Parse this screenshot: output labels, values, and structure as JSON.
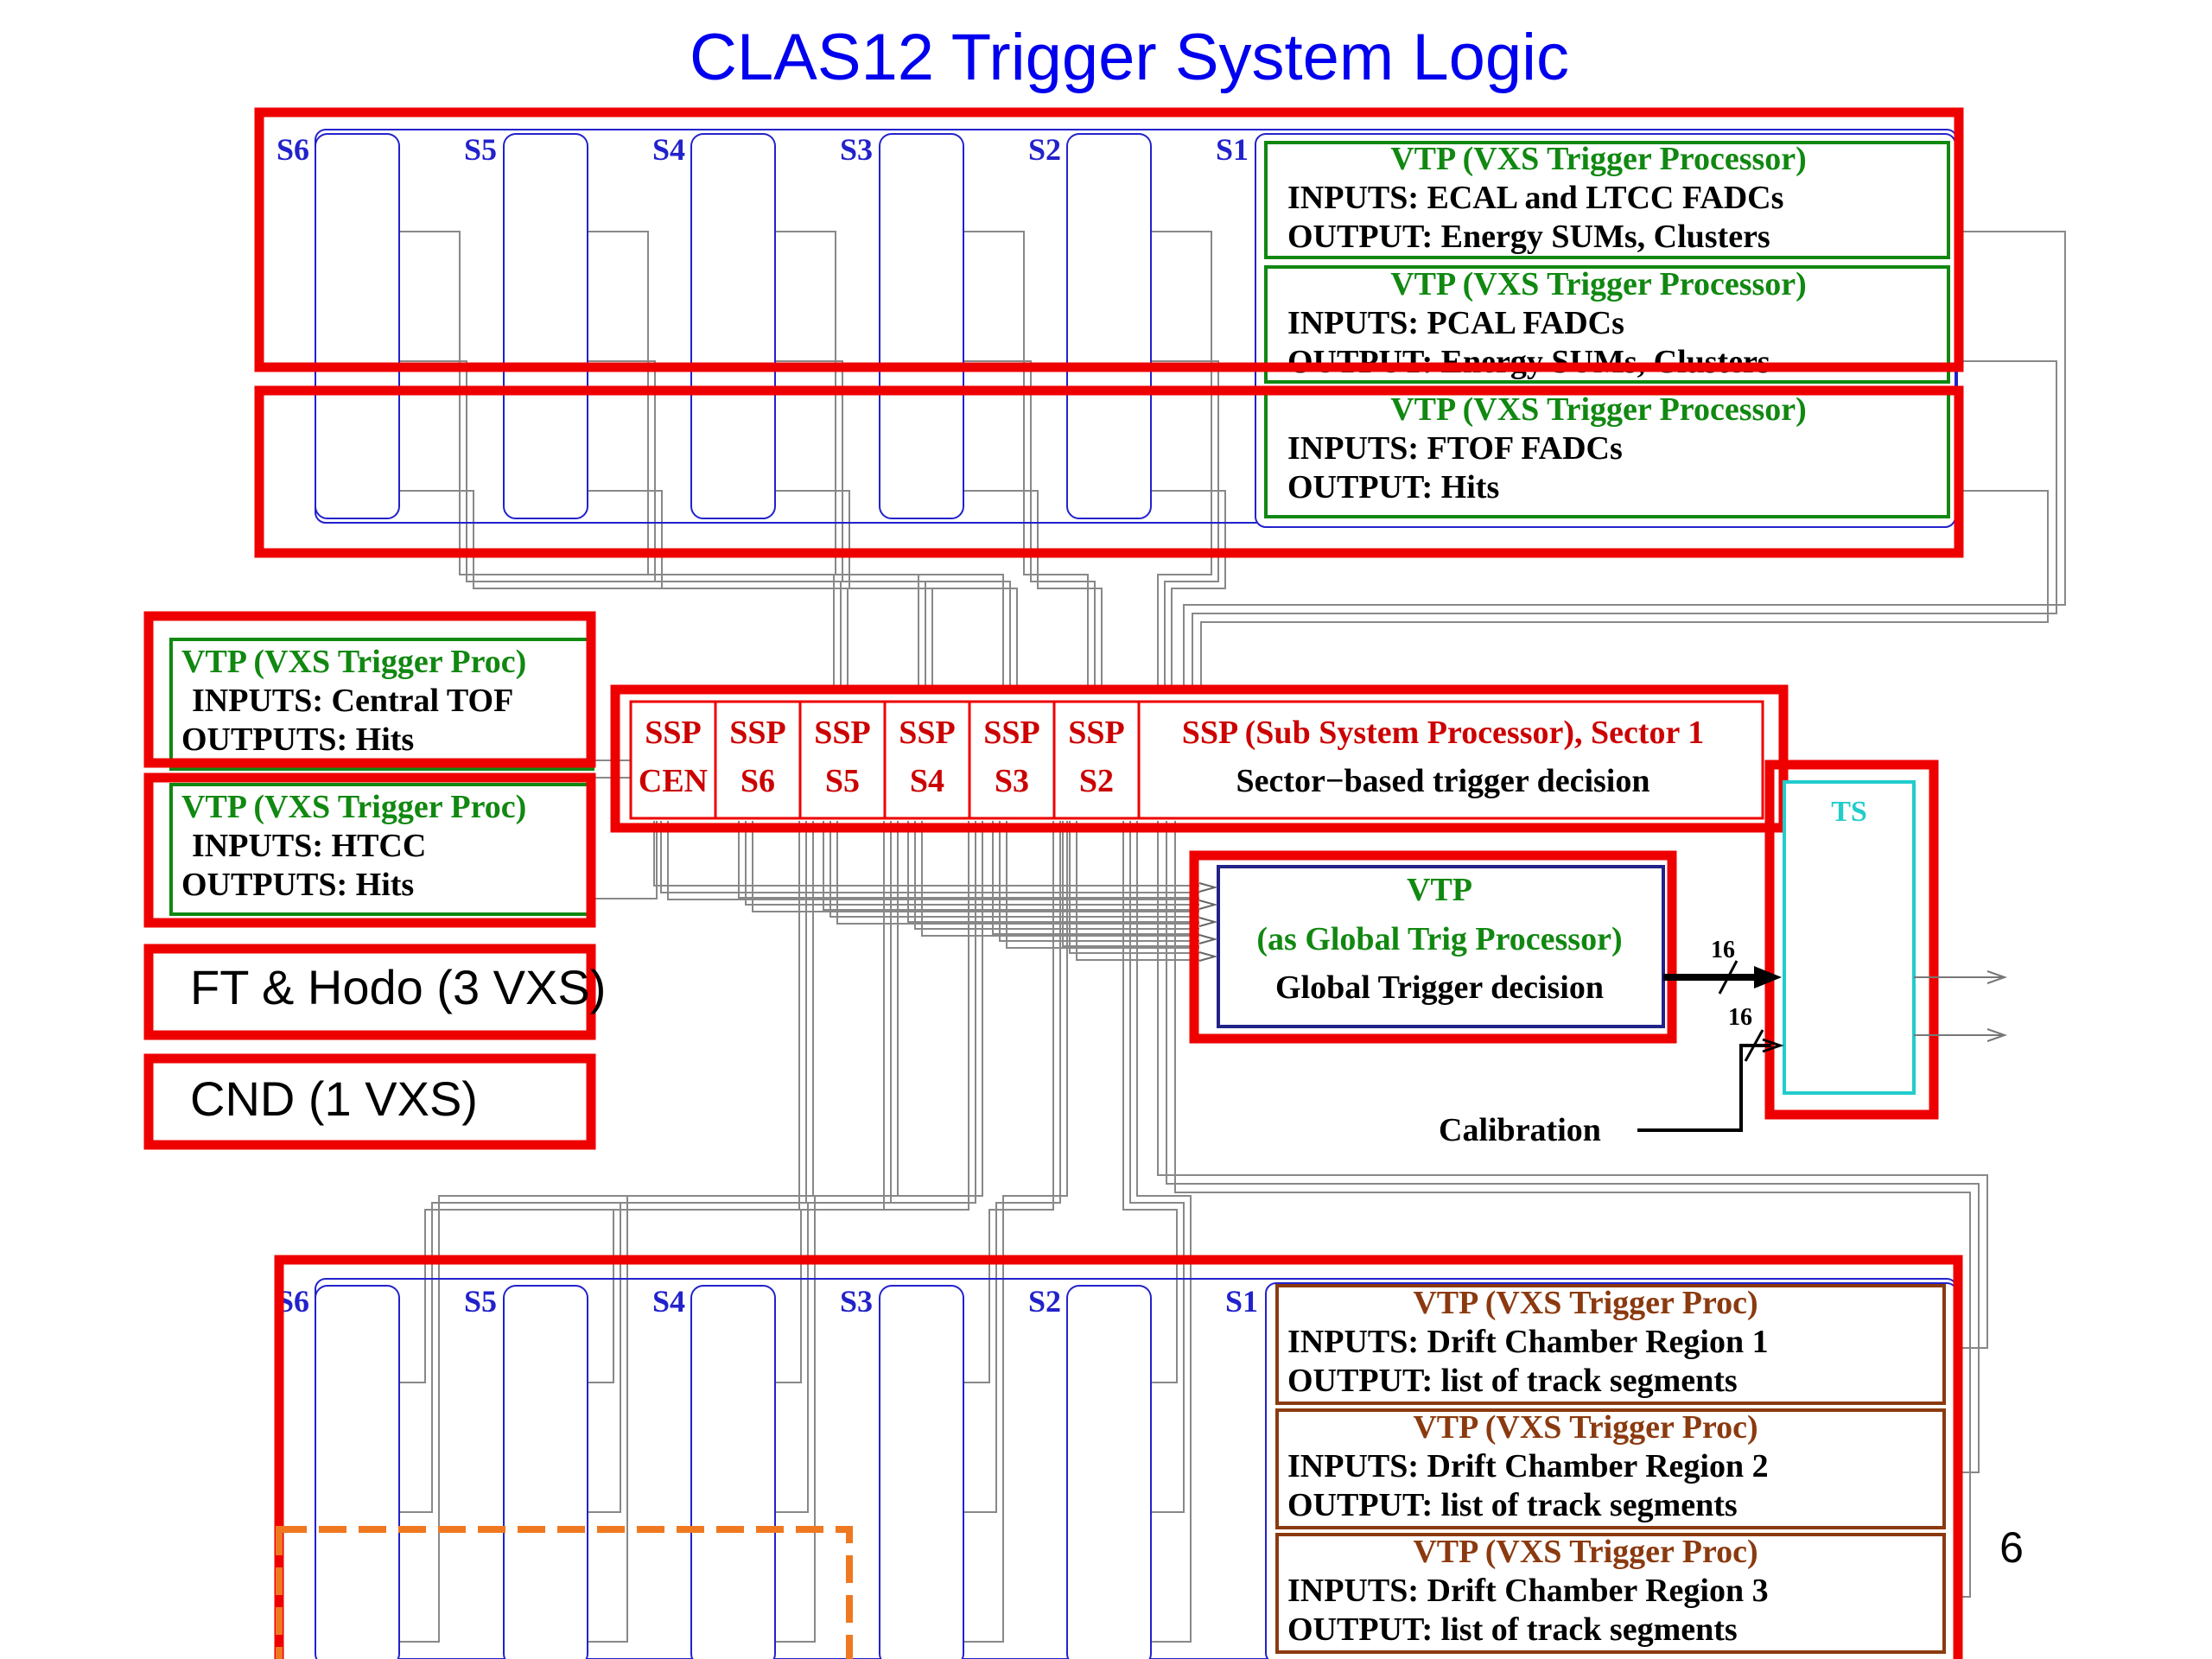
{
  "slide": {
    "title": "CLAS12 Trigger System Logic",
    "page_number": "6"
  },
  "top_crates": {
    "sector_labels": [
      "S6",
      "S5",
      "S4",
      "S3",
      "S2",
      "S1"
    ],
    "vtp_ecal": {
      "title": "VTP (VXS Trigger Processor)",
      "inputs": "INPUTS: ECAL and LTCC FADCs",
      "output": "OUTPUT: Energy SUMs, Clusters"
    },
    "vtp_pcal": {
      "title": "VTP (VXS Trigger Processor)",
      "inputs": "INPUTS: PCAL FADCs",
      "output": "OUTPUT: Energy SUMs, Clusters"
    },
    "vtp_ftof": {
      "title": "VTP (VXS Trigger Processor)",
      "inputs": "INPUTS: FTOF FADCs",
      "output": "OUTPUT: Hits"
    }
  },
  "left_boxes": {
    "ctof": {
      "title": "VTP (VXS Trigger Proc)",
      "inputs": "INPUTS: Central TOF",
      "outputs": "OUTPUTS: Hits"
    },
    "htcc": {
      "title": "VTP (VXS Trigger Proc)",
      "inputs": "INPUTS: HTCC",
      "outputs": "OUTPUTS: Hits"
    },
    "ft_hodo": "FT & Hodo (3 VXS)",
    "cnd": "CND (1 VXS)"
  },
  "ssp": {
    "cells": [
      {
        "top": "SSP",
        "bottom": "CEN"
      },
      {
        "top": "SSP",
        "bottom": "S6"
      },
      {
        "top": "SSP",
        "bottom": "S5"
      },
      {
        "top": "SSP",
        "bottom": "S4"
      },
      {
        "top": "SSP",
        "bottom": "S3"
      },
      {
        "top": "SSP",
        "bottom": "S2"
      }
    ],
    "sector1_title": "SSP (Sub System Processor), Sector 1",
    "sector1_subtitle": "Sector−based trigger decision"
  },
  "global_vtp": {
    "title": "VTP",
    "subtitle": "(as Global Trig Processor)",
    "decision": "Global Trigger decision",
    "bus_width_1": "16",
    "bus_width_2": "16"
  },
  "ts": {
    "label": "TS"
  },
  "calibration": {
    "label": "Calibration"
  },
  "bottom_crates": {
    "sector_labels": [
      "S6",
      "S5",
      "S4",
      "S3",
      "S2",
      "S1"
    ],
    "dc_r1": {
      "title": "VTP (VXS Trigger Proc)",
      "inputs": "INPUTS: Drift Chamber Region 1",
      "output": "OUTPUT: list of track segments"
    },
    "dc_r2": {
      "title": "VTP (VXS Trigger Proc)",
      "inputs": "INPUTS: Drift Chamber Region 2",
      "output": "OUTPUT: list of track segments"
    },
    "dc_r3": {
      "title": "VTP (VXS Trigger Proc)",
      "inputs": "INPUTS: Drift Chamber Region 3",
      "output": "OUTPUT: list of track segments"
    }
  },
  "colors": {
    "title": "#0000ee",
    "highlight": "#ee0000",
    "crate": "#2222cc",
    "vtp_green": "#118811",
    "dc_brown": "#8b3a0f",
    "ts_cyan": "#22cccc",
    "dashed_orange": "#f07820",
    "wire": "#777777"
  }
}
